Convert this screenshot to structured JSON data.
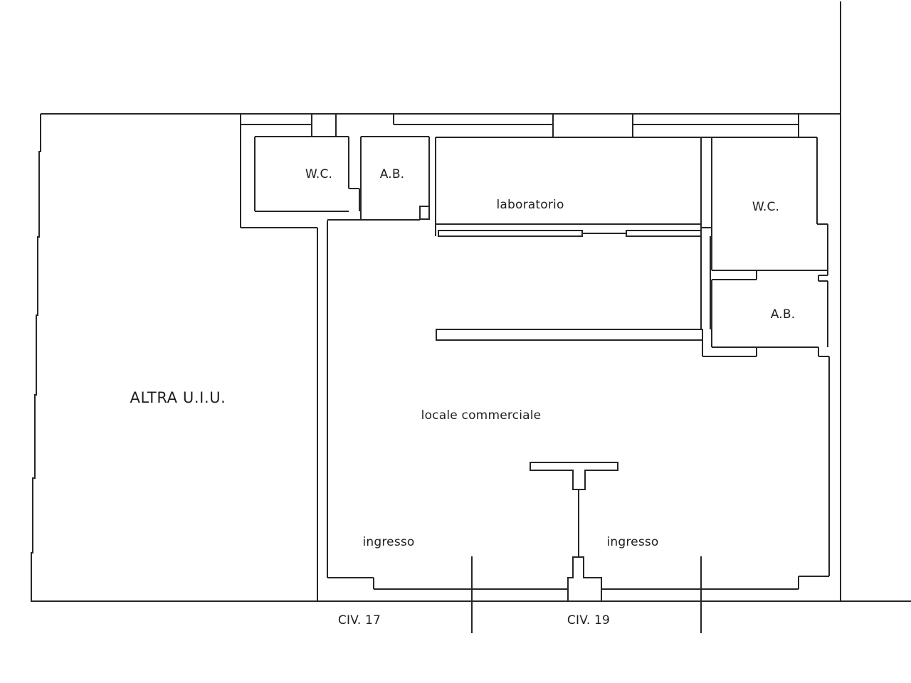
{
  "plan": {
    "type": "floor-plan",
    "labels": {
      "wc_left": "W.C.",
      "ab_left": "A.B.",
      "laboratorio": "laboratorio",
      "wc_right": "W.C.",
      "ab_right": "A.B.",
      "altra_uiu": "ALTRA U.I.U.",
      "locale_commerciale": "locale commerciale",
      "ingresso_left": "ingresso",
      "ingresso_right": "ingresso",
      "civ_17": "CIV. 17",
      "civ_19": "CIV. 19"
    },
    "colors": {
      "wall": "#262626",
      "background": "#ffffff",
      "text": "#1f1f1f"
    }
  }
}
